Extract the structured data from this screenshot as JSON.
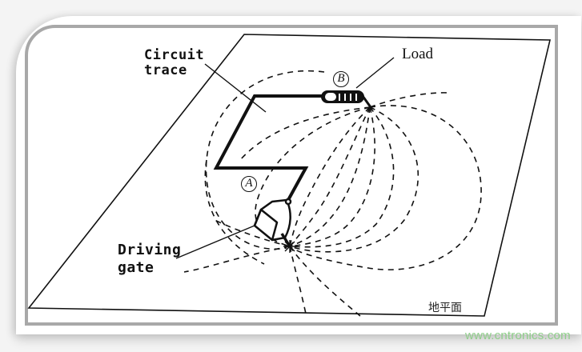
{
  "diagram": {
    "labels": {
      "circuit_trace": [
        "Circuit",
        "trace"
      ],
      "load": "Load",
      "driving_gate": [
        "Driving",
        "gate"
      ],
      "ground_plane": "地平面"
    },
    "markers": {
      "a": "A",
      "b": "B"
    },
    "colors": {
      "line": "#111111",
      "frame_border": "#a8a8a8",
      "watermark": "#8fce8a"
    }
  },
  "watermark": "www.cntronics.com"
}
